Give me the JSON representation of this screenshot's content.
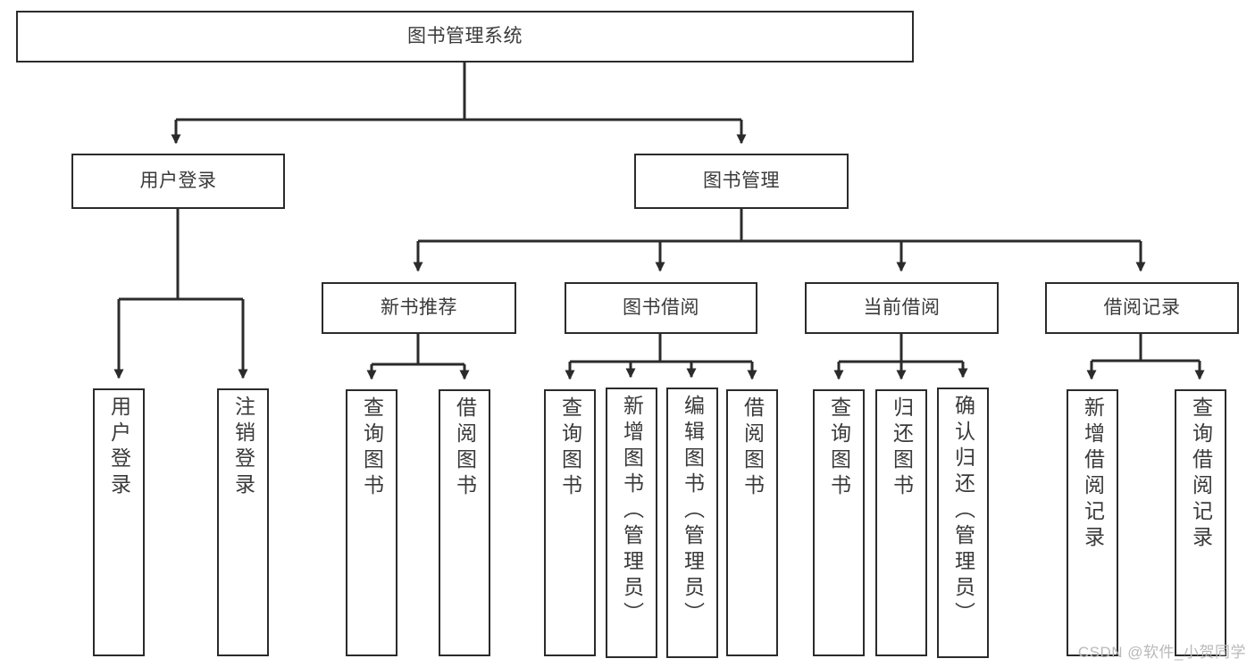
{
  "diagram": {
    "title": "图书管理系统",
    "type": "tree-hierarchy",
    "colors": {
      "background": "#ffffff",
      "box_border": "#2b2b2b",
      "box_fill": "#ffffff",
      "text": "#3a3a3a",
      "connector": "#2b2b2b",
      "watermark": "#b9b9b9"
    },
    "root": {
      "label": "图书管理系统"
    },
    "level2": [
      {
        "label": "用户登录"
      },
      {
        "label": "图书管理"
      }
    ],
    "level3": [
      {
        "label": "新书推荐"
      },
      {
        "label": "图书借阅"
      },
      {
        "label": "当前借阅"
      },
      {
        "label": "借阅记录"
      }
    ],
    "leaves": {
      "user_login": [
        {
          "label": "用户登录"
        },
        {
          "label": "注销登录"
        }
      ],
      "new_book_recommend": [
        {
          "label": "查询图书"
        },
        {
          "label": "借阅图书"
        }
      ],
      "book_borrow": [
        {
          "label": "查询图书"
        },
        {
          "label": "新增图书（管理员）"
        },
        {
          "label": "编辑图书（管理员）"
        },
        {
          "label": "借阅图书"
        }
      ],
      "current_borrow": [
        {
          "label": "查询图书"
        },
        {
          "label": "归还图书"
        },
        {
          "label": "确认归还（管理员）"
        }
      ],
      "borrow_record": [
        {
          "label": "新增借阅记录"
        },
        {
          "label": "查询借阅记录"
        }
      ]
    }
  },
  "watermark": {
    "text": "CSDN @软件_小贺同学"
  }
}
